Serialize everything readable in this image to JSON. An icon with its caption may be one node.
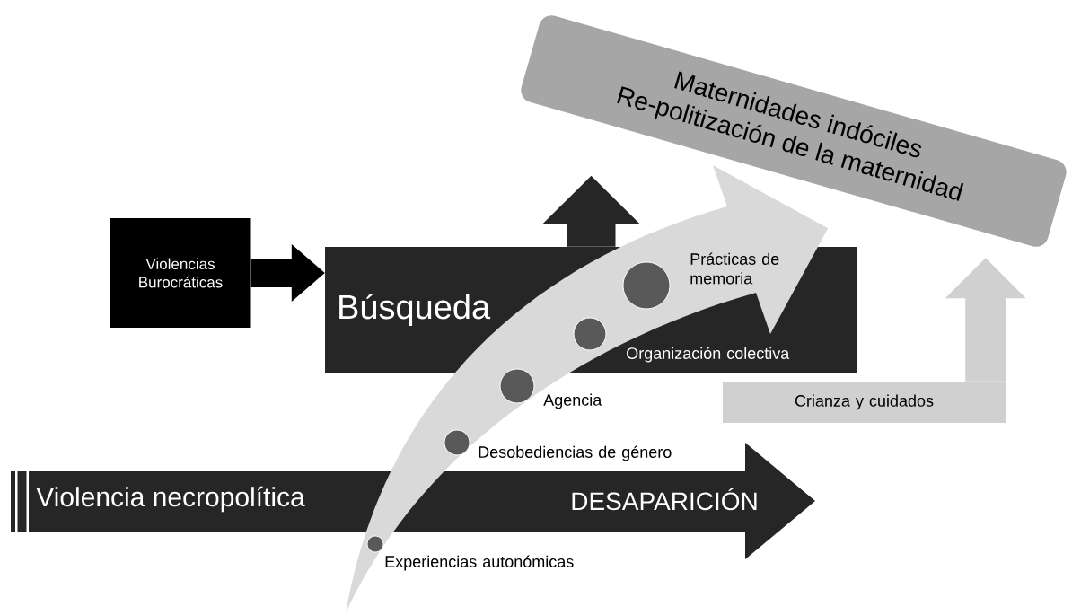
{
  "diagram": {
    "nodes": [
      {
        "text": [
          "Maternidades indóciles",
          "Re-politización de la maternidad"
        ]
      },
      {
        "text": [
          "Violencias Burocráticas"
        ]
      },
      {
        "text": [
          "Búsqueda"
        ]
      },
      {
        "text": [
          "Crianza y cuidados"
        ]
      },
      {
        "text": [
          "Violencia necropolítica",
          "DESAPARICIÓN"
        ]
      },
      {
        "text": [],
        "shape": "circle",
        "beside": [
          "Experiencias autonómicas"
        ]
      },
      {
        "text": [],
        "shape": "circle",
        "beside": [
          "Desobediencias de género"
        ]
      },
      {
        "text": [],
        "shape": "circle",
        "beside": [
          "Agencia"
        ]
      },
      {
        "text": [],
        "shape": "circle",
        "beside": [
          "Organización colectiva"
        ],
        "in": 2
      },
      {
        "text": [],
        "shape": "circle",
        "beside": [
          "Prácticas de memoria"
        ],
        "in": 2
      }
    ],
    "edges": [
      {
        "from": 1,
        "to": 2,
        "arrow": "to"
      },
      {
        "from": 2,
        "to": null,
        "arrow": "to"
      },
      {
        "from": 3,
        "to": 0,
        "arrow": "to",
        "color": "#d0d0d0"
      },
      {
        "from": null,
        "to": 0,
        "arrow": "to",
        "color": "#d9d9d9"
      }
    ]
  }
}
